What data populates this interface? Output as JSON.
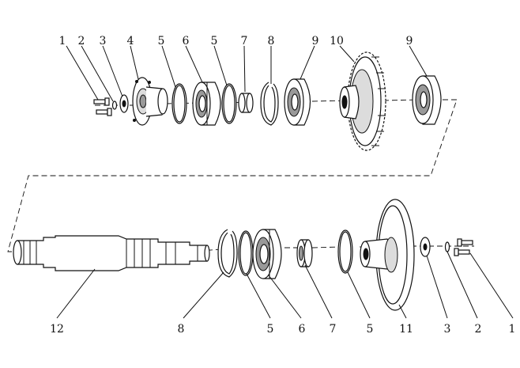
{
  "diagram": {
    "callouts_top": [
      "1",
      "2",
      "3",
      "4",
      "5",
      "6",
      "5",
      "7",
      "8",
      "9",
      "10",
      "9"
    ],
    "callouts_bottom": [
      "12",
      "8",
      "5",
      "6",
      "7",
      "5",
      "11",
      "3",
      "2",
      "1"
    ]
  }
}
